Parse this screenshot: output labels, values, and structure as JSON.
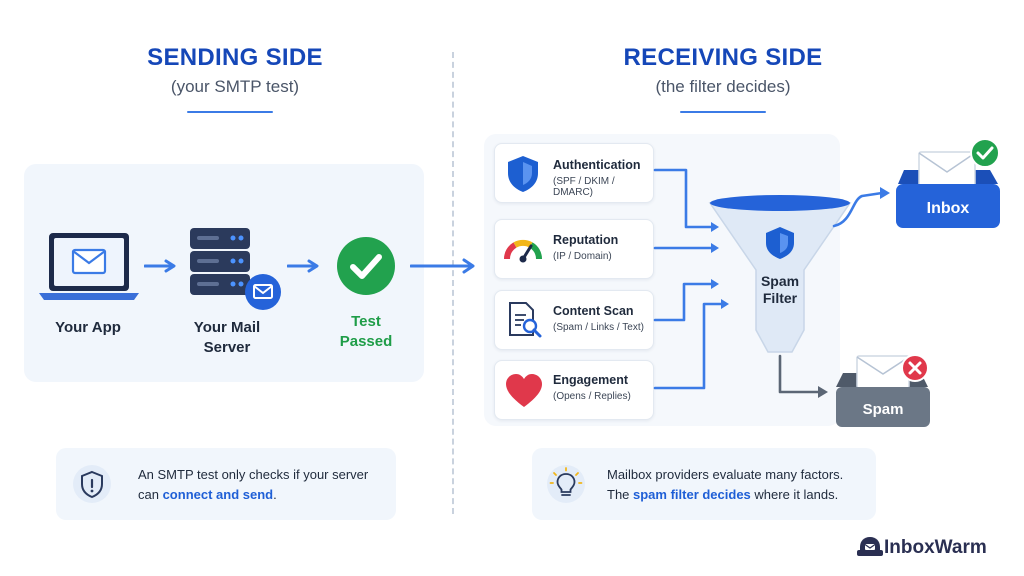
{
  "sending": {
    "title": "SENDING SIDE",
    "subtitle": "(your SMTP test)",
    "app_label": "Your App",
    "server_label_1": "Your Mail",
    "server_label_2": "Server",
    "test_label_1": "Test",
    "test_label_2": "Passed",
    "note_line1": "An SMTP test only checks if your server",
    "note_line2_plain": "can ",
    "note_line2_highlight": "connect and send",
    "note_line2_end": "."
  },
  "receiving": {
    "title": "RECEIVING SIDE",
    "subtitle": "(the filter decides)",
    "factors": [
      {
        "title": "Authentication",
        "sub": "(SPF / DKIM / DMARC)",
        "icon": "shield-icon"
      },
      {
        "title": "Reputation",
        "sub": "(IP / Domain)",
        "icon": "gauge-icon"
      },
      {
        "title": "Content Scan",
        "sub": "(Spam / Links / Text)",
        "icon": "document-search-icon"
      },
      {
        "title": "Engagement",
        "sub": "(Opens / Replies)",
        "icon": "heart-icon"
      }
    ],
    "filter_label_1": "Spam",
    "filter_label_2": "Filter",
    "inbox_label": "Inbox",
    "spam_label": "Spam",
    "note_line1": "Mailbox providers evaluate many factors.",
    "note_line2_plain": "The ",
    "note_line2_highlight": "spam filter decides",
    "note_line2_end": " where it lands."
  },
  "brand": {
    "name": "InboxWarm"
  },
  "colors": {
    "primary": "#1547b8",
    "accent": "#3b7be6",
    "success": "#1f9d48",
    "danger": "#e0384b",
    "inbox": "#2563d9",
    "spam_tray": "#6b7786"
  }
}
